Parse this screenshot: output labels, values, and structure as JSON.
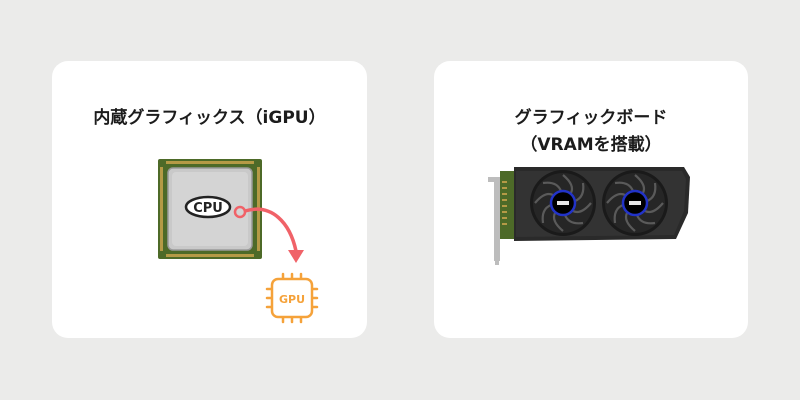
{
  "integrated": {
    "title": "内蔵グラフィックス（iGPU）",
    "cpu_label": "CPU",
    "gpu_label": "GPU"
  },
  "discrete": {
    "title_line1": "グラフィックボード",
    "title_line2": "（VRAMを搭載）"
  },
  "colors": {
    "background": "#ebebea",
    "card": "#ffffff",
    "pcb_green": "#4d6a28",
    "cpu_silver": "#c9c9c9",
    "arrow": "#f06268",
    "gpu_orange": "#f5a23a",
    "fan_ring": "#2233c8",
    "card_shroud": "#2a2a2a"
  },
  "icons": {
    "cpu": "cpu-chip-icon",
    "gpu": "gpu-chip-icon",
    "graphics_card": "graphics-card-icon"
  }
}
